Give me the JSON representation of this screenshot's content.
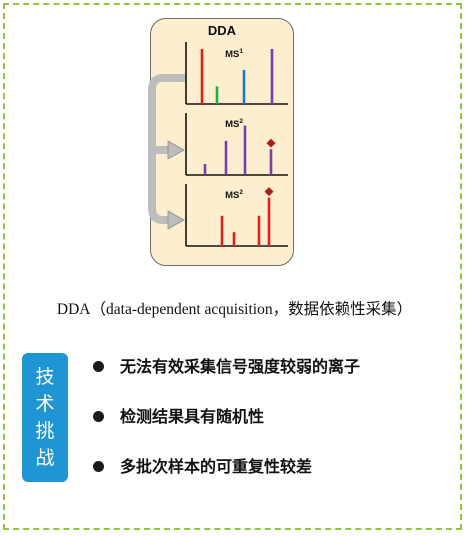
{
  "diagram": {
    "title": "DDA",
    "panels": [
      {
        "label": "MS",
        "label_sup": "1",
        "peaks": [
          {
            "intensity": 1.0,
            "color": "#e0201b"
          },
          {
            "intensity": 0.32,
            "color": "#27a843"
          },
          {
            "intensity": 0.62,
            "color": "#1f77c8"
          },
          {
            "intensity": 1.0,
            "color": "#7a3fa6"
          }
        ],
        "precursor_marker": null
      },
      {
        "label": "MS",
        "label_sup": "2",
        "peaks": [
          {
            "intensity": 0.2,
            "color": "#7a3fa6"
          },
          {
            "intensity": 0.62,
            "color": "#7a3fa6"
          },
          {
            "intensity": 0.9,
            "color": "#7a3fa6"
          },
          {
            "intensity": 0.47,
            "color": "#7a3fa6"
          }
        ],
        "precursor_marker": {
          "color": "#b01c1c"
        }
      },
      {
        "label": "MS",
        "label_sup": "2",
        "peaks": [
          {
            "intensity": 0.55,
            "color": "#e0201b"
          },
          {
            "intensity": 0.25,
            "color": "#e0201b"
          },
          {
            "intensity": 0.55,
            "color": "#e0201b"
          },
          {
            "intensity": 0.88,
            "color": "#e0201b"
          }
        ],
        "precursor_marker": {
          "color": "#b01c1c"
        }
      }
    ],
    "arrow_color": "#bdbdbd"
  },
  "caption": "DDA（data-dependent acquisition，数据依赖性采集）",
  "tech_box": {
    "chars": [
      "技",
      "术",
      "挑",
      "战"
    ],
    "color": "#1f95d3"
  },
  "challenges": [
    "无法有效采集信号强度较弱的离子",
    "检测结果具有随机性",
    "多批次样本的可重复性较差"
  ]
}
